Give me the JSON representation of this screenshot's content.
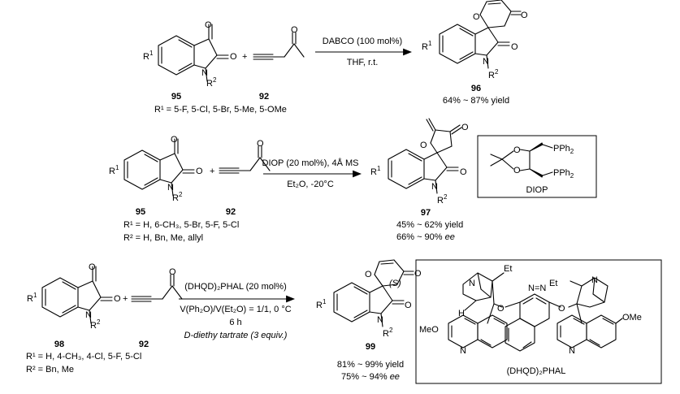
{
  "atoms": {
    "O": "O",
    "N": "N",
    "H": "H",
    "R1": "R",
    "R1sup": "1",
    "R2": "R",
    "R2sup": "2",
    "plus": "+",
    "PPh2": "PPh",
    "PPh2sub": "2",
    "Et": "Et",
    "OMe": "OMe",
    "MeO": "MeO",
    "S": "(S)"
  },
  "row1": {
    "reactant_a": "95",
    "reactant_b": "92",
    "product": "96",
    "condition_top": "DABCO (100 mol%)",
    "condition_bottom": "THF, r.t.",
    "substituents_r1": "R¹ = 5-F, 5-Cl, 5-Br, 5-Me, 5-OMe",
    "yield": "64% ~ 87% yield"
  },
  "row2": {
    "reactant_a": "95",
    "reactant_b": "92",
    "product": "97",
    "condition_top": "DIOP (20 mol%), 4Å MS",
    "condition_bottom": "Et₂O, -20°C",
    "substituents_r1": "R¹ = H, 6-CH₃, 5-Br, 5-F, 5-Cl",
    "substituents_r2": "R² = H, Bn, Me, allyl",
    "yield": "45% ~ 62% yield",
    "ee": "66% ~ 90%",
    "ee_unit": "ee",
    "catalyst_name": "DIOP"
  },
  "row3": {
    "reactant_a": "98",
    "reactant_b": "92",
    "product": "99",
    "condition_1": "(DHQD)₂PHAL (20 mol%)",
    "condition_2": "V(Ph₂O)/V(Et₂O) = 1/1, 0 °C",
    "condition_3": "6 h",
    "condition_4": "D-diethy tartrate (3 equiv.)",
    "substituents_r1": "R¹ = H, 4-CH₃, 4-Cl, 5-F, 5-Cl",
    "substituents_r2": "R² = Bn, Me",
    "yield": "81% ~ 99% yield",
    "ee": "75% ~ 94%",
    "ee_unit": "ee",
    "catalyst_name": "(DHQD)₂PHAL"
  }
}
